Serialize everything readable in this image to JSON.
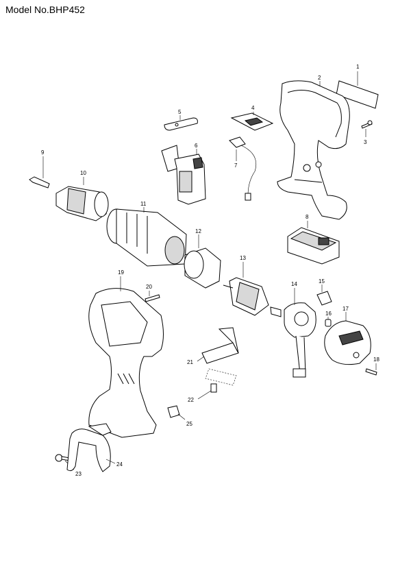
{
  "header": {
    "model_label": "Model No.BHP452"
  },
  "callouts": [
    {
      "id": "1",
      "label": "1"
    },
    {
      "id": "2",
      "label": "2"
    },
    {
      "id": "3",
      "label": "3"
    },
    {
      "id": "4",
      "label": "4"
    },
    {
      "id": "5",
      "label": "5"
    },
    {
      "id": "6",
      "label": "6"
    },
    {
      "id": "7",
      "label": "7"
    },
    {
      "id": "8",
      "label": "8"
    },
    {
      "id": "9",
      "label": "9"
    },
    {
      "id": "10",
      "label": "10"
    },
    {
      "id": "11",
      "label": "11"
    },
    {
      "id": "12",
      "label": "12"
    },
    {
      "id": "13",
      "label": "13"
    },
    {
      "id": "14",
      "label": "14"
    },
    {
      "id": "15",
      "label": "15"
    },
    {
      "id": "16",
      "label": "16"
    },
    {
      "id": "17",
      "label": "17"
    },
    {
      "id": "18",
      "label": "18"
    },
    {
      "id": "19",
      "label": "19"
    },
    {
      "id": "20",
      "label": "20"
    },
    {
      "id": "21",
      "label": "21"
    },
    {
      "id": "22",
      "label": "22"
    },
    {
      "id": "23",
      "label": "23"
    },
    {
      "id": "24",
      "label": "24"
    },
    {
      "id": "25",
      "label": "25"
    }
  ]
}
